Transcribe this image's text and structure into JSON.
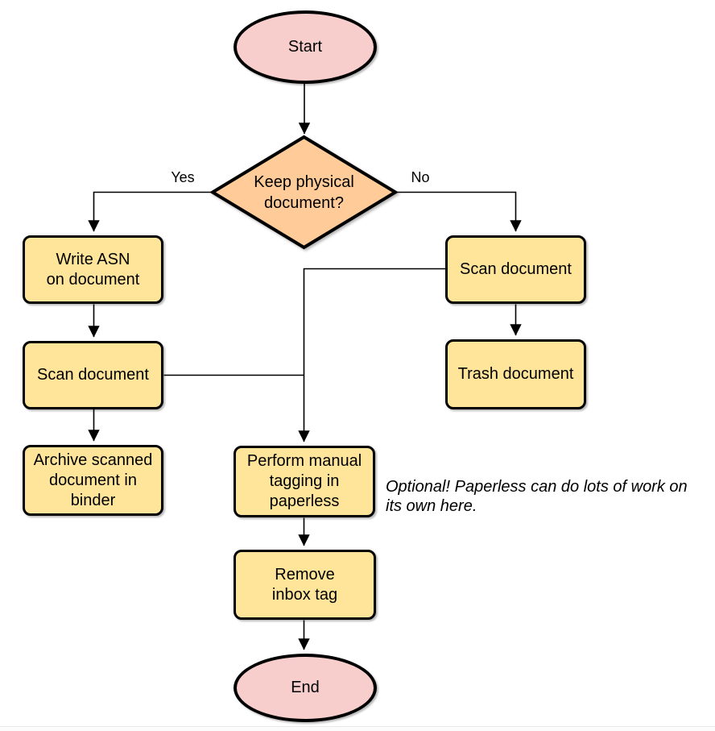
{
  "colors": {
    "terminator-fill": "#F8CECC",
    "process-fill": "#FFE599",
    "decision-fill": "#FFCC99",
    "stroke": "#000000"
  },
  "nodes": {
    "start": {
      "label": "Start"
    },
    "decision": {
      "label": "Keep physical\ndocument?"
    },
    "write_asn": {
      "label": "Write ASN\non document"
    },
    "scan_left": {
      "label": "Scan document"
    },
    "archive": {
      "label": "Archive scanned\ndocument in\nbinder"
    },
    "scan_right": {
      "label": "Scan document"
    },
    "trash": {
      "label": "Trash document"
    },
    "tagging": {
      "label": "Perform manual\ntagging in\npaperless"
    },
    "remove_inbox": {
      "label": "Remove\ninbox tag"
    },
    "end": {
      "label": "End"
    }
  },
  "edge_labels": {
    "yes": "Yes",
    "no": "No"
  },
  "annotation": "Optional! Paperless can do lots of work on\nits own here."
}
